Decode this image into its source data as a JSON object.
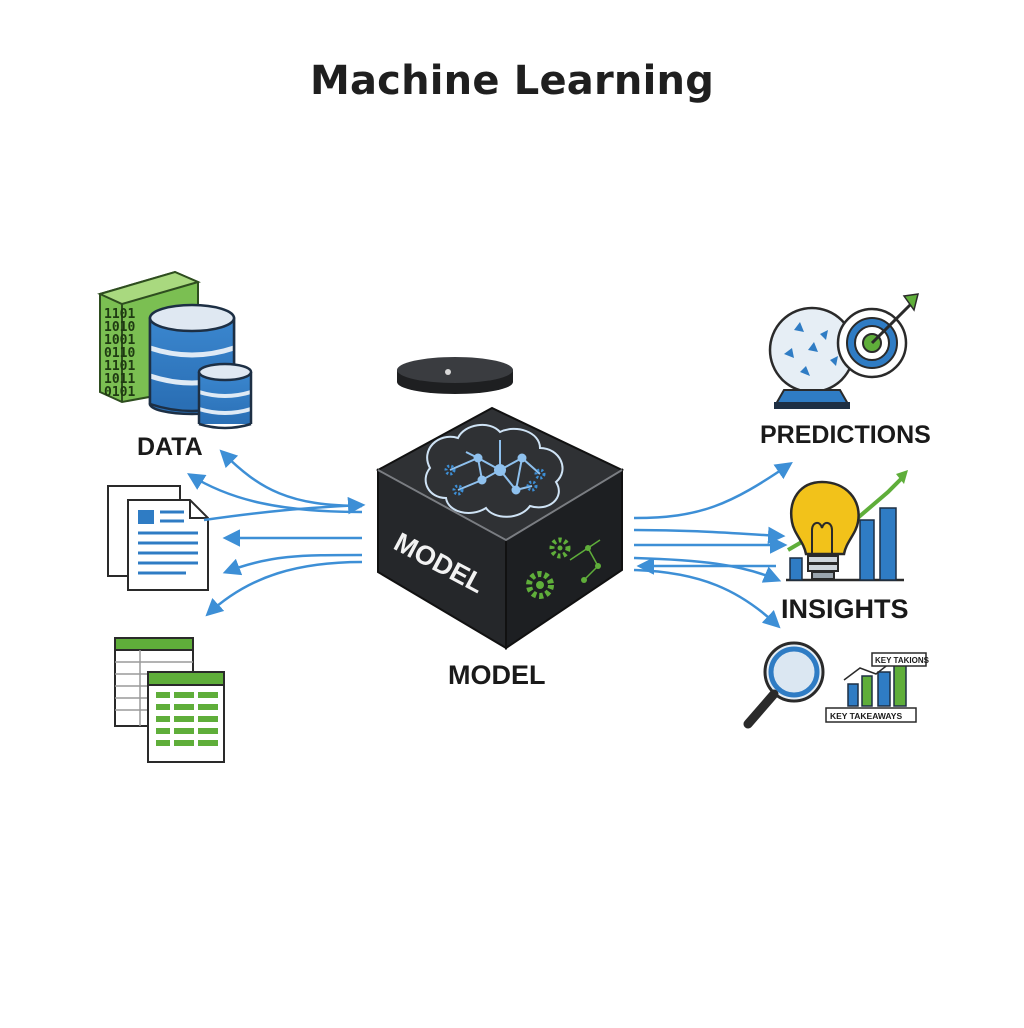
{
  "title": "Machine Learning",
  "labels": {
    "data": "DATA",
    "model": "MODEL",
    "model_cube": "MODEL",
    "predictions": "PREDICTIONS",
    "insights": "INSIGHTS"
  },
  "badges": {
    "key_top": "KEY TAKIONS",
    "key_bottom": "KEY TAKEAWAYS"
  },
  "binary_rows": [
    "1101",
    "1010",
    "1001",
    "0110",
    "1101",
    "1011",
    "0101"
  ],
  "colors": {
    "arrow": "#3d8fd6",
    "blue": "#2f7cc4",
    "green": "#5fae3a",
    "cube": "#2b2d30",
    "gold": "#f2c21a"
  },
  "icons": {
    "data": [
      "binary-data-icon",
      "database-icon",
      "document-icon",
      "spreadsheet-icon"
    ],
    "model": [
      "model-cube-icon",
      "neural-network-icon",
      "gears-icon",
      "lid-icon"
    ],
    "outputs": [
      "crystal-ball-icon",
      "target-icon",
      "lightbulb-icon",
      "bar-chart-icon",
      "magnifier-icon"
    ]
  }
}
